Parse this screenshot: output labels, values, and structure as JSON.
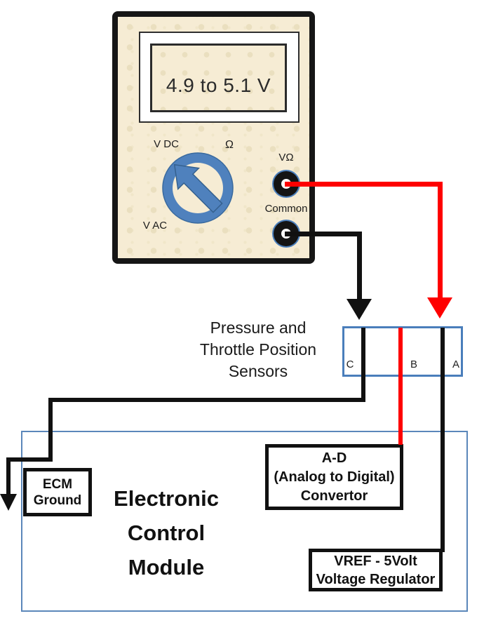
{
  "meter": {
    "reading": "4.9 to 5.1 V",
    "dial": {
      "v_dc": "V DC",
      "ohm": "Ω",
      "v_ac": "V AC"
    },
    "jack_vohm_label": "VΩ",
    "jack_common_label": "Common"
  },
  "sensors": {
    "label_lines": [
      "Pressure and",
      "Throttle Position",
      "Sensors"
    ],
    "terminals": [
      "C",
      "B",
      "A"
    ]
  },
  "ecm": {
    "title_lines": [
      "Electronic",
      "Control",
      "Module"
    ],
    "ground_lines": [
      "ECM",
      "Ground"
    ],
    "ad_lines": [
      "A-D",
      "(Analog to Digital)",
      "Convertor"
    ],
    "vref_lines": [
      "VREF - 5Volt",
      "Voltage Regulator"
    ]
  },
  "colors": {
    "meter_body": "#f6ecd4",
    "dial_blue": "#4f81bd",
    "probe_positive": "#fe0000",
    "probe_common": "#111111",
    "connector_border": "#4a7ebb",
    "ecm_border": "#5b87ba"
  }
}
